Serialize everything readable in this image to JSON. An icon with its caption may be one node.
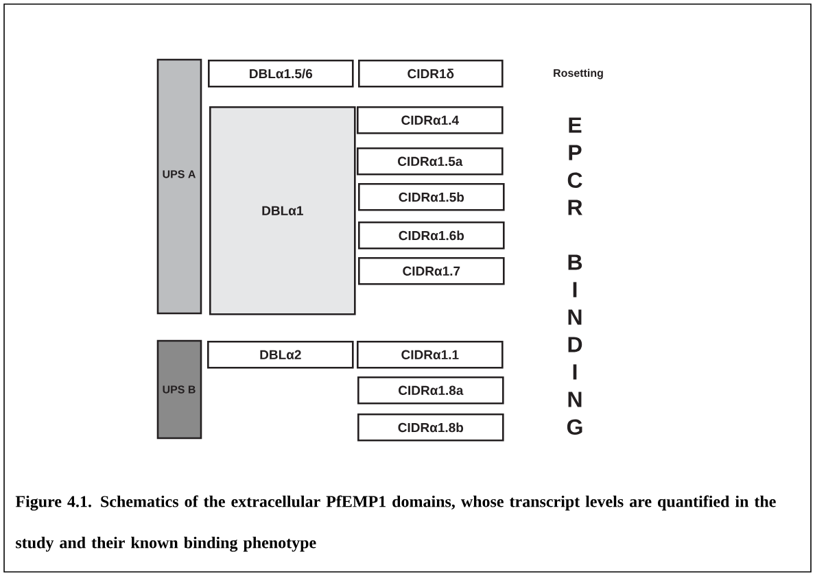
{
  "diagram": {
    "caption": "Figure 4.1. Schematics of the extracellular PfEMP1 domains, whose transcript levels are quantified in the study and their known binding phenotype",
    "nodes": [
      {
        "text": [
          "UPS A"
        ]
      },
      {
        "text": [
          "DBLα1.5/6"
        ]
      },
      {
        "text": [
          "CIDR1δ"
        ]
      },
      {
        "text": [
          "DBLα1"
        ]
      },
      {
        "text": [
          "CIDRα1.4"
        ]
      },
      {
        "text": [
          "CIDRα1.5a"
        ]
      },
      {
        "text": [
          "CIDRα1.5b"
        ]
      },
      {
        "text": [
          "CIDRα1.6b"
        ]
      },
      {
        "text": [
          "CIDRα1.7"
        ]
      },
      {
        "text": [
          "UPS B"
        ]
      },
      {
        "text": [
          "DBLα2"
        ]
      },
      {
        "text": [
          "CIDRα1.1"
        ]
      },
      {
        "text": [
          "CIDRα1.8a"
        ]
      },
      {
        "text": [
          "CIDRα1.8b"
        ]
      }
    ],
    "edges": [],
    "labels": [
      "Rosetting",
      "E",
      "P",
      "C",
      "R",
      "B",
      "I",
      "N",
      "D",
      "I",
      "N",
      "G"
    ]
  }
}
